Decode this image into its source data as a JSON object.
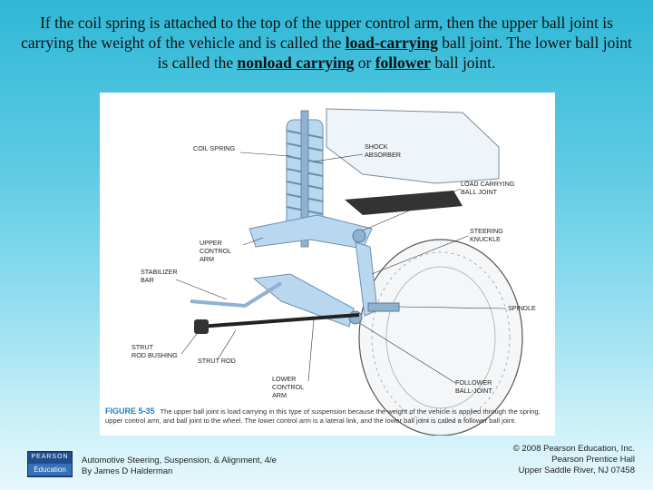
{
  "slide": {
    "title_parts": [
      {
        "text": "If the coil spring is attached to the top of the upper control arm, then the upper ball joint is carrying the weight of the vehicle and is called the ",
        "emph": false
      },
      {
        "text": "load-carrying",
        "emph": true
      },
      {
        "text": " ball joint. The lower ball joint is called the ",
        "emph": false
      },
      {
        "text": "nonload carrying",
        "emph": true
      },
      {
        "text": " or ",
        "emph": false
      },
      {
        "text": "follower",
        "emph": true
      },
      {
        "text": " ball joint.",
        "emph": false
      }
    ]
  },
  "figure": {
    "labels": {
      "coil_spring": "COIL SPRING",
      "shock_absorber_1": "SHOCK",
      "shock_absorber_2": "ABSORBER",
      "load_carrying_1": "LOAD CARRYING",
      "load_carrying_2": "BALL JOINT",
      "steering_knuckle_1": "STEERING",
      "steering_knuckle_2": "KNUCKLE",
      "upper_arm_1": "UPPER",
      "upper_arm_2": "CONTROL",
      "upper_arm_3": "ARM",
      "stabilizer_1": "STABILIZER",
      "stabilizer_2": "BAR",
      "spindle": "SPINDLE",
      "strut_bushing_1": "STRUT",
      "strut_bushing_2": "ROD BUSHING",
      "strut_rod": "STRUT ROD",
      "lower_arm_1": "LOWER",
      "lower_arm_2": "CONTROL",
      "lower_arm_3": "ARM",
      "follower_1": "FOLLOWER",
      "follower_2": "BALL-JOINT"
    },
    "caption_label": "FIGURE 5-35",
    "caption_text": "The upper ball joint is load carrying in this type of suspension because the weight of the vehicle is applied through the spring, upper control arm, and ball joint to the wheel. The lower control arm is a lateral link, and the lower ball joint is called a follower ball joint."
  },
  "logo": {
    "top": "PEARSON",
    "bottom": "Education"
  },
  "footer": {
    "book": "Automotive Steering, Suspension, & Alignment, 4/e",
    "author": "By James D Halderman",
    "copyright": "© 2008 Pearson Education, Inc.",
    "publisher": "Pearson Prentice Hall",
    "address": "Upper Saddle River, NJ 07458"
  },
  "colors": {
    "accent": "#1e7fb9",
    "part_fill": "#b9d7ef",
    "part_dark": "#6a8fae"
  }
}
